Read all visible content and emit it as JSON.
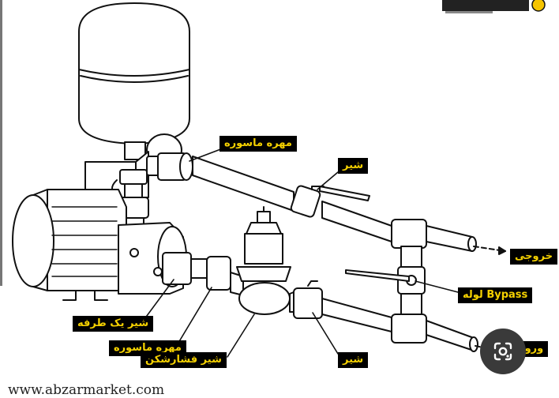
{
  "labels": {
    "union_top": "مهره ماسوره",
    "valve_top": "شیر",
    "outlet": "خروجی",
    "bypass": "لوله Bypass",
    "check_valve": "شیر یک طرفه",
    "union_bottom": "مهره ماسوره",
    "valve_bottom": "شیر",
    "inlet": "ورودی",
    "pressure_reducer": "شیر فشارشکن"
  },
  "watermark": "www.abzarmarket.com",
  "icons": {
    "logo": "brand-logo-icon",
    "lens": "google-lens-icon"
  },
  "colors": {
    "label_bg": "#000000",
    "label_text": "#f5d100",
    "line_art": "#111111"
  }
}
